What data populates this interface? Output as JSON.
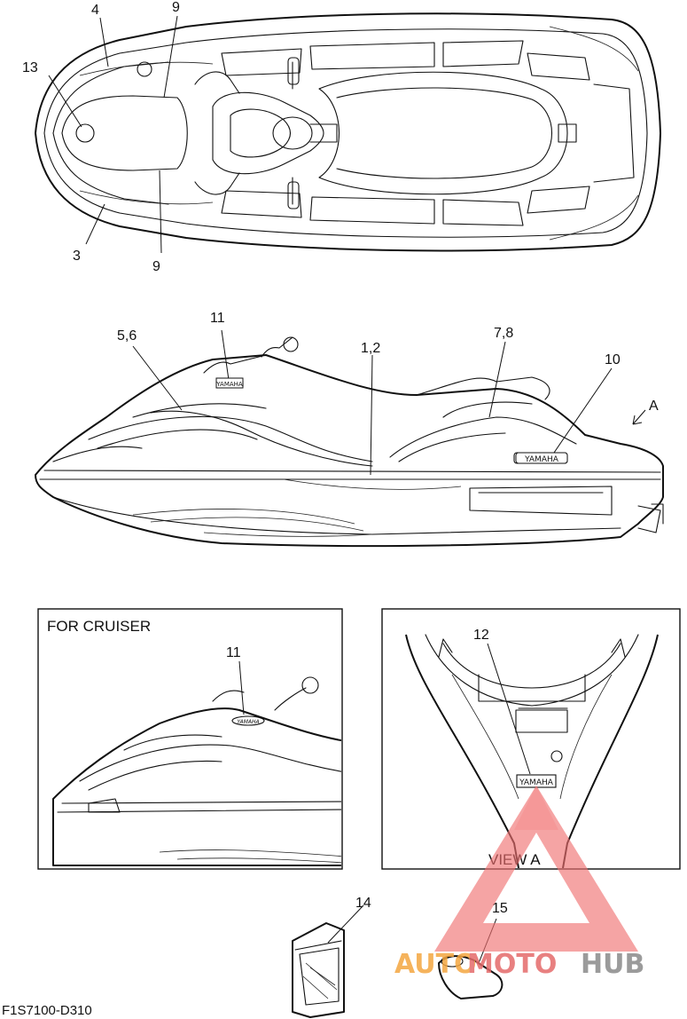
{
  "callouts": {
    "c4": "4",
    "c9_top": "9",
    "c13": "13",
    "c3": "3",
    "c9_bottom": "9",
    "c11_side": "11",
    "c56": "5,6",
    "c12_side": "1,2",
    "c78": "7,8",
    "c10": "10",
    "view_arrow": "A",
    "c11_cruiser": "11",
    "c12_view": "12",
    "c14": "14",
    "c15": "15"
  },
  "boxes": {
    "cruiser_title": "FOR CRUISER",
    "view_title": "VIEW A"
  },
  "decal_text": {
    "logo": "YAMAHA"
  },
  "drawing_code": "F1S7100-D310",
  "watermark": {
    "text_part1": "AUTO",
    "text_part2": "MOTO",
    "text_part3": "HUB",
    "colors": {
      "auto": "#f4a640",
      "moto": "#e56a6a",
      "hub": "#8a8a8a",
      "triangle": "#f07070"
    }
  }
}
